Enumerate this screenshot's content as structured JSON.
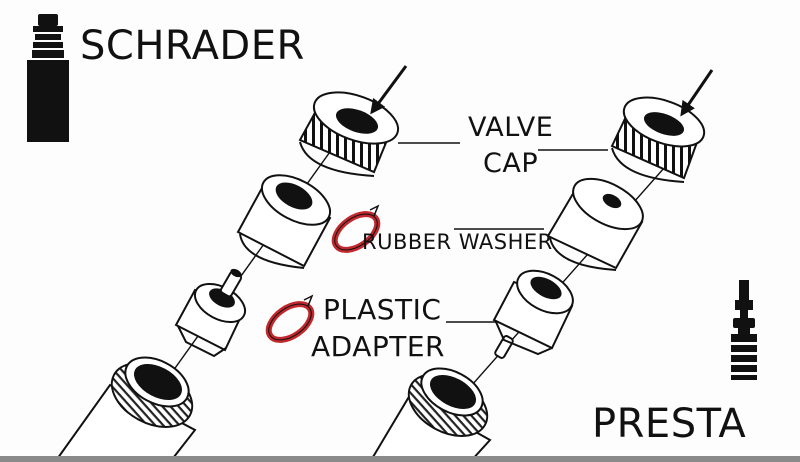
{
  "diagram": {
    "title_left": "SCHRADER",
    "title_right": "PRESTA",
    "parts": {
      "valve_cap_line1": "VALVE",
      "valve_cap_line2": "CAP",
      "rubber_washer": "RUBBER WASHER",
      "plastic_line1": "PLASTIC",
      "plastic_line2": "ADAPTER"
    },
    "colors": {
      "ink": "#111111",
      "washer_red": "#c0282d",
      "background": "#fdfdfd"
    },
    "icons": [
      "schrader-valve-icon",
      "presta-valve-icon",
      "arrow-icon",
      "rubber-washer-icon"
    ]
  }
}
